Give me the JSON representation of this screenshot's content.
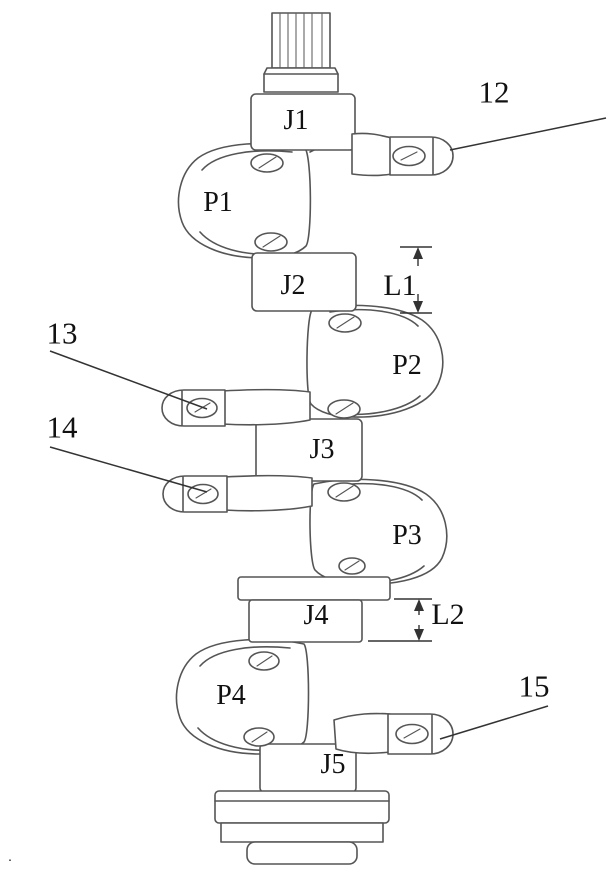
{
  "figure": {
    "subject": "crankshaft-technical-drawing",
    "stroke_color": "#555555",
    "leader_color": "#333333",
    "text_color": "#111111"
  },
  "labels": {
    "j1": "J1",
    "j2": "J2",
    "j3": "J3",
    "j4": "J4",
    "j5": "J5",
    "p1": "P1",
    "p2": "P2",
    "p3": "P3",
    "p4": "P4",
    "l1": "L1",
    "l2": "L2",
    "ref12": "12",
    "ref13": "13",
    "ref14": "14",
    "ref15": "15",
    "corner_mark": "."
  }
}
